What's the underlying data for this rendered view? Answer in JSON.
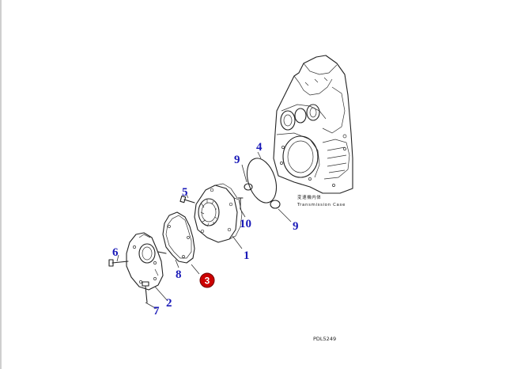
{
  "callouts": {
    "c1": "1",
    "c2": "2",
    "c3": "3",
    "c4": "4",
    "c5": "5",
    "c6": "6",
    "c7": "7",
    "c8": "8",
    "c9a": "9",
    "c9b": "9",
    "c10": "10"
  },
  "case_label": {
    "jp": "変速機内体",
    "en": "Transmission Case"
  },
  "figure_code": "PDL5249",
  "colors": {
    "callout": "#1a1ab8",
    "highlight": "#cc0000"
  }
}
